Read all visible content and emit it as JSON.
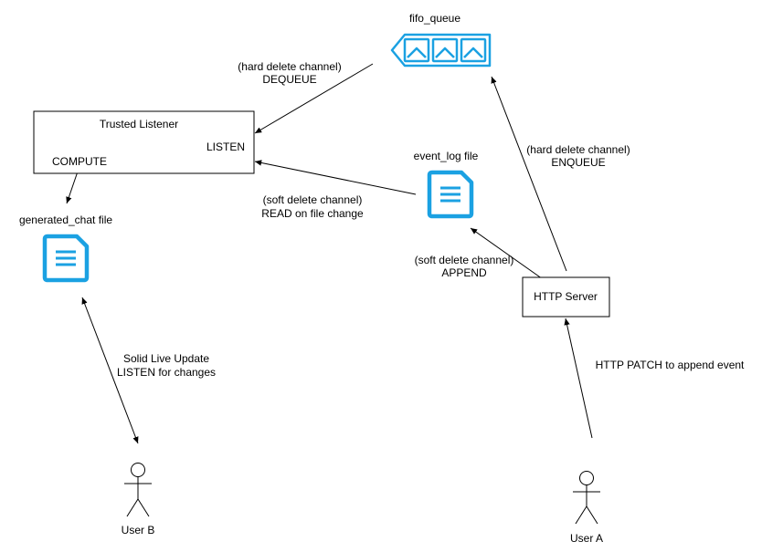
{
  "colors": {
    "accent": "#1ba1e2",
    "stroke": "#000000",
    "background": "#ffffff"
  },
  "nodes": {
    "fifo_queue": {
      "label": "fifo_queue",
      "icon": "queue-icon"
    },
    "trusted_listener": {
      "title": "Trusted Listener",
      "listen": "LISTEN",
      "compute": "COMPUTE"
    },
    "event_log": {
      "label": "event_log file",
      "icon": "document-icon"
    },
    "generated_chat": {
      "label": "generated_chat file",
      "icon": "document-icon"
    },
    "http_server": {
      "label": "HTTP Server"
    },
    "user_a": {
      "label": "User A",
      "icon": "user-icon"
    },
    "user_b": {
      "label": "User B",
      "icon": "user-icon"
    }
  },
  "edges": {
    "dequeue": {
      "line1": "(hard delete channel)",
      "line2": "DEQUEUE"
    },
    "enqueue": {
      "line1": "(hard delete channel)",
      "line2": "ENQUEUE"
    },
    "read": {
      "line1": "(soft delete channel)",
      "line2": "READ on file change"
    },
    "append": {
      "line1": "(soft delete channel)",
      "line2": "APPEND"
    },
    "patch": {
      "line1": "HTTP PATCH to append event"
    },
    "live_update": {
      "line1": "Solid Live Update",
      "line2": "LISTEN for changes"
    }
  }
}
